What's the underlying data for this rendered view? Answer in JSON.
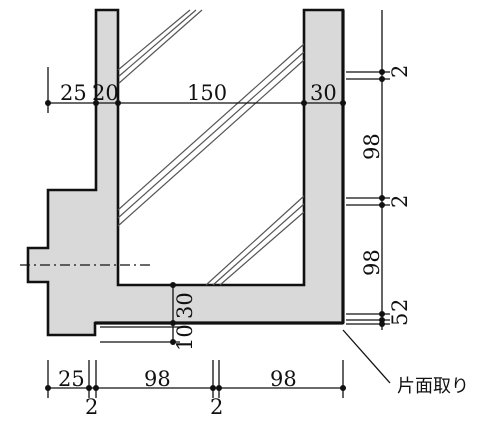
{
  "dimensions": {
    "top_left_25": "25",
    "top_20": "20",
    "top_150": "150",
    "top_30": "30",
    "right_2_top": "2",
    "right_98_upper": "98",
    "right_2_middle": "2",
    "right_98_lower": "98",
    "right_5": "5",
    "right_2_bottom": "2",
    "middle_30": "30",
    "middle_10": "10",
    "bottom_25": "25",
    "bottom_98_left": "98",
    "bottom_98_right": "98",
    "bottom_2_left": "2",
    "bottom_2_middle": "2"
  },
  "annotation": {
    "chamfer_note": "片面取り"
  }
}
